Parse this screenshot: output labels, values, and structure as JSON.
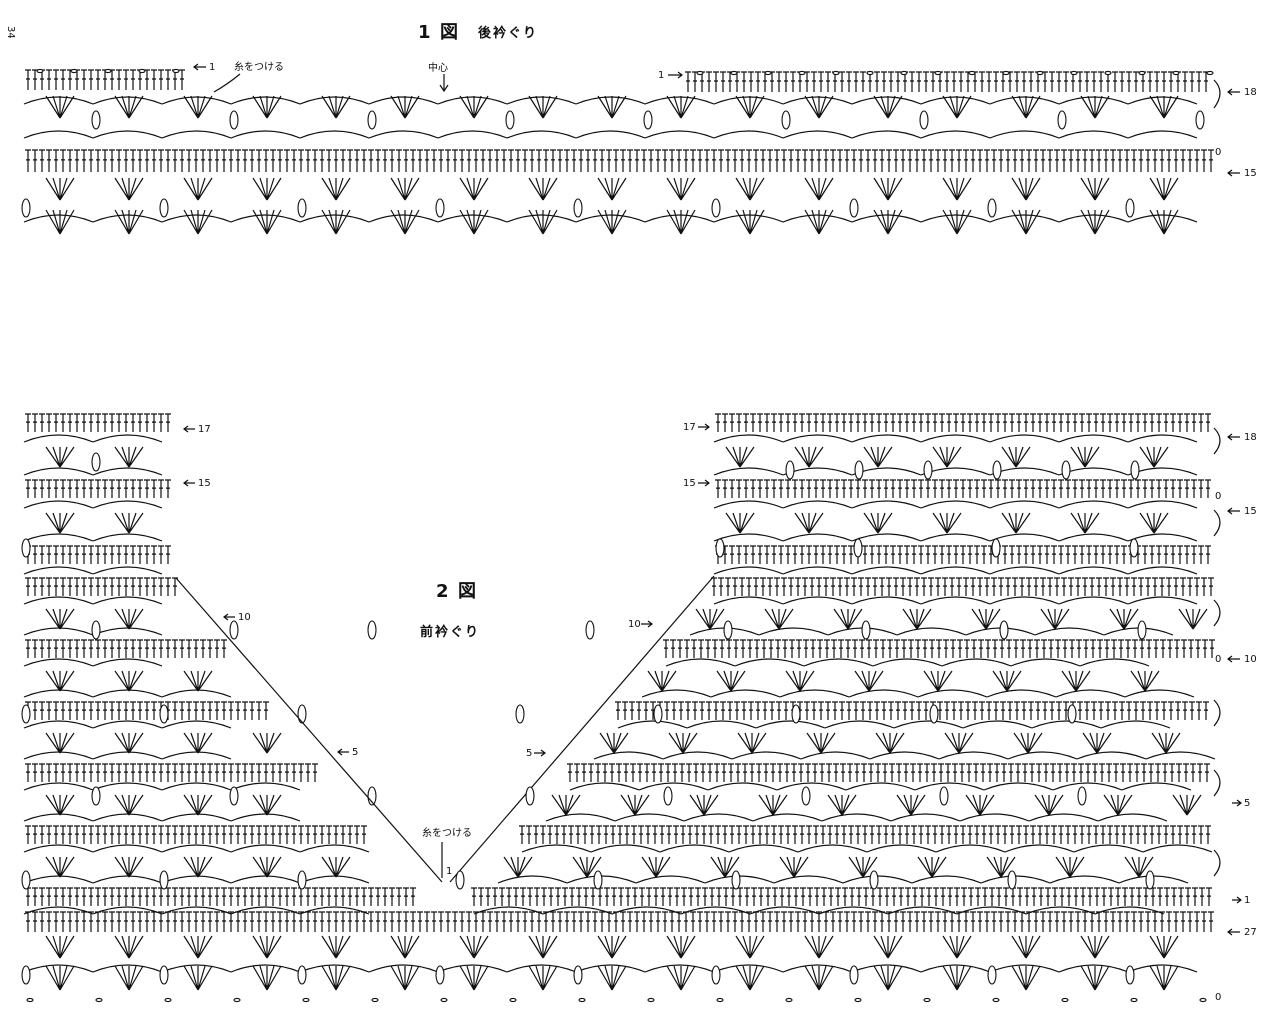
{
  "page_number": "34",
  "figure1": {
    "title_num": "1",
    "title_zu": "図",
    "title_text": "後衿ぐり",
    "center_label": "中心",
    "attach_label": "糸をつける",
    "arrow_label_left": "1",
    "arrow_label_right": "1",
    "row_labels": [
      "18",
      "15"
    ]
  },
  "figure2": {
    "title_num": "2",
    "title_zu": "図",
    "title_text": "前衿ぐり",
    "attach_label": "糸をつける",
    "attach_row": "1",
    "left_labels": [
      "17",
      "15",
      "10",
      "5"
    ],
    "right_inner_labels": [
      "17",
      "15",
      "10",
      "5"
    ],
    "right_outer_labels": [
      "18",
      "15",
      "10",
      "5",
      "1",
      "27"
    ],
    "zero_marks": [
      "0",
      "0",
      "0",
      "0"
    ]
  }
}
